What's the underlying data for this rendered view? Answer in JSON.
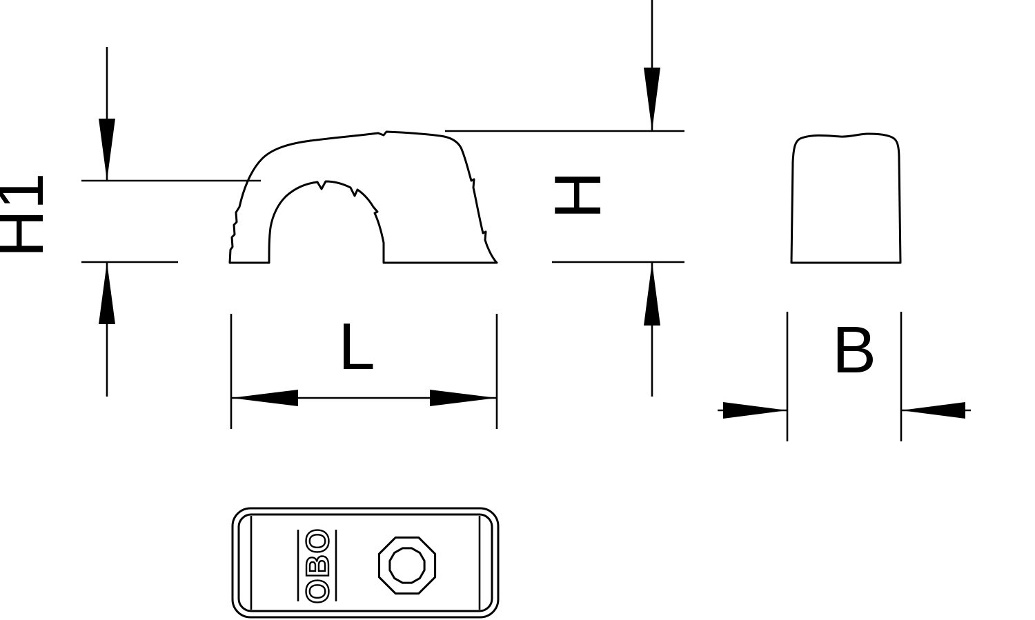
{
  "drawing": {
    "type": "technical-dimension-drawing",
    "subject": "cable-clip",
    "labels": {
      "h1": "H1",
      "h": "H",
      "l": "L",
      "b": "B"
    },
    "logo": "OBO",
    "colors": {
      "line": "#000000",
      "background": "#ffffff"
    }
  }
}
